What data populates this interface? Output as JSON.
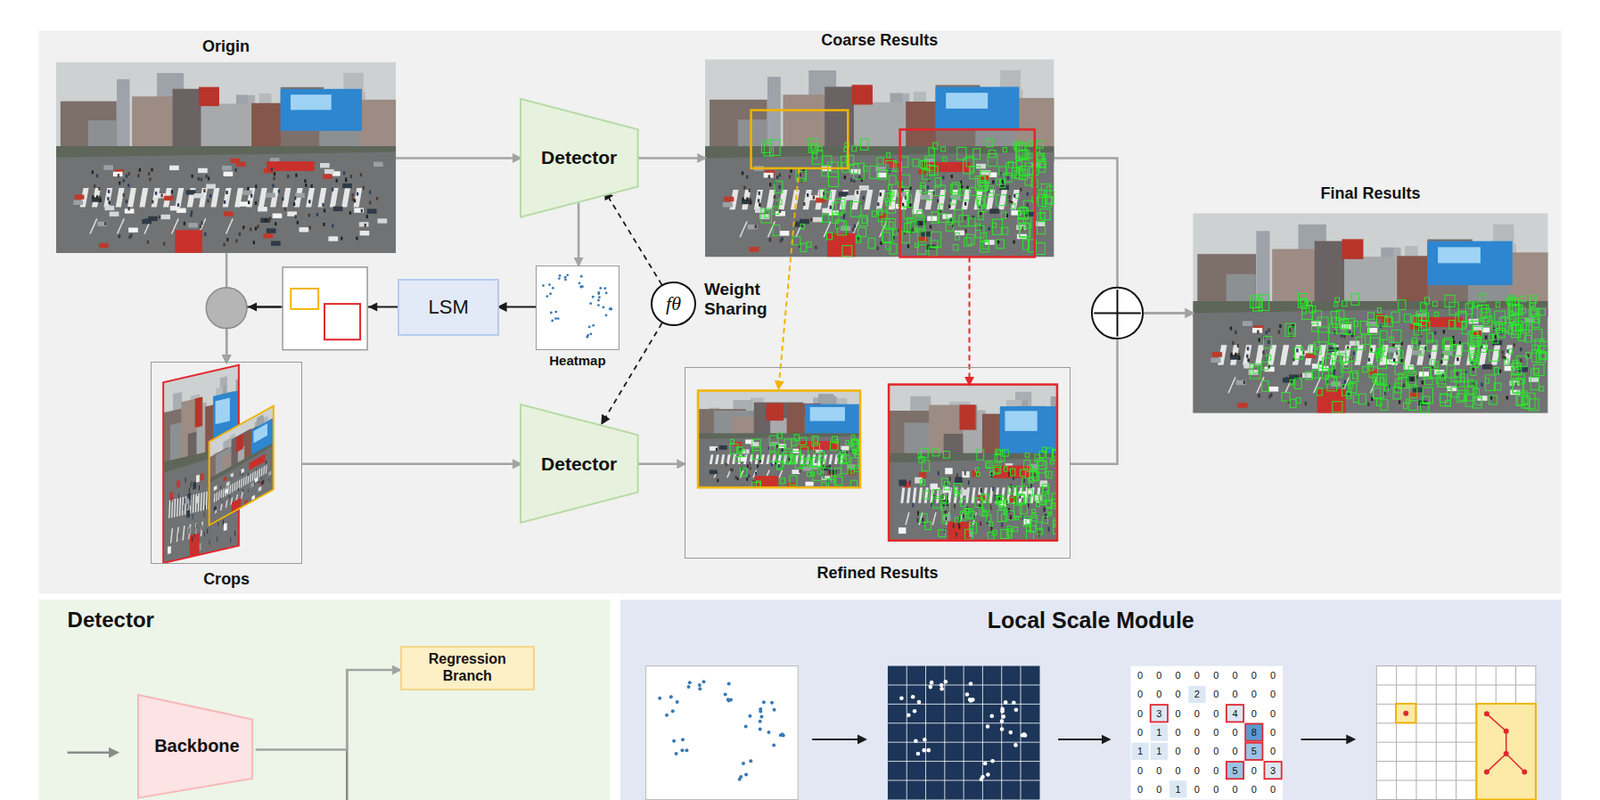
{
  "diagram": {
    "nodes": [
      {
        "text": [
          "Origin"
        ]
      },
      {
        "text": [
          "Detector"
        ]
      },
      {
        "text": [
          "Coarse Results"
        ]
      },
      {
        "text": [
          "Final Results"
        ]
      },
      {
        "text": [
          "Heatmap"
        ]
      },
      {
        "text": [
          "fθ"
        ]
      },
      {
        "text": [
          "LSM"
        ]
      },
      {
        "text": [
          "Crops"
        ]
      },
      {
        "text": [
          "Detector"
        ]
      },
      {
        "text": [
          "Refined Results"
        ]
      },
      {
        "text": [
          "Detector"
        ]
      },
      {
        "text": [
          "Backbone"
        ],
        "in": 10
      },
      {
        "text": [
          "Regression Branch"
        ],
        "in": 10
      },
      {
        "text": [
          "Local Scale Module"
        ]
      }
    ],
    "edges": [
      {
        "from": 0,
        "to": 1,
        "arrow": "to"
      },
      {
        "from": 1,
        "to": 2,
        "arrow": "to"
      },
      {
        "from": 1,
        "to": 4,
        "arrow": "to"
      },
      {
        "from": 4,
        "to": 6,
        "arrow": "to"
      },
      {
        "from": 6,
        "to": 7,
        "arrow": "to"
      },
      {
        "from": 0,
        "to": 7,
        "arrow": "to"
      },
      {
        "from": 7,
        "to": 8,
        "arrow": "to"
      },
      {
        "from": 8,
        "to": 9,
        "arrow": "to"
      },
      {
        "from": 5,
        "to": 1,
        "arrow": "to"
      },
      {
        "from": 5,
        "to": 8,
        "arrow": "to"
      },
      {
        "from": 2,
        "to": 9,
        "arrow": "to"
      },
      {
        "from": 2,
        "to": 9,
        "arrow": "to"
      },
      {
        "from": 2,
        "to": 3,
        "arrow": "to"
      },
      {
        "from": 9,
        "to": 3,
        "arrow": "to"
      },
      {
        "from": 11,
        "to": 12,
        "arrow": "to"
      }
    ],
    "labels": [
      "Weight Sharing",
      "0",
      "0",
      "0",
      "0",
      "0",
      "0",
      "0",
      "0",
      "0",
      "0",
      "0",
      "2",
      "0",
      "0",
      "0",
      "0",
      "0",
      "3",
      "0",
      "0",
      "0",
      "4",
      "0",
      "0",
      "0",
      "1",
      "0",
      "0",
      "0",
      "0",
      "8",
      "0",
      "1",
      "1",
      "0",
      "0",
      "0",
      "0",
      "5",
      "0",
      "0",
      "0",
      "0",
      "0",
      "0",
      "5",
      "0",
      "3",
      "0",
      "0",
      "1",
      "0",
      "0",
      "0",
      "0",
      "0"
    ]
  }
}
